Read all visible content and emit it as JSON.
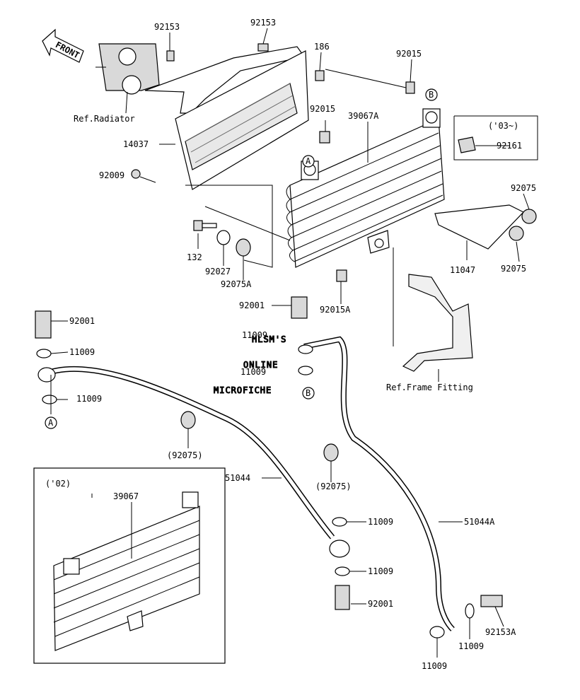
{
  "labels": {
    "front": "FRONT",
    "p92153_a": "92153",
    "p92153_b": "92153",
    "p186": "186",
    "p92015_top": "92015",
    "ref_radiator": "Ref.Radiator",
    "p92015_mid": "92015",
    "p39067A": "39067A",
    "year_03": "('03~)",
    "p92161": "92161",
    "p14037": "14037",
    "p92009": "92009",
    "p92075_r1": "92075",
    "p132": "132",
    "p92027": "92027",
    "p92075A": "92075A",
    "p11047": "11047",
    "p92075_r2": "92075",
    "p92001_c": "92001",
    "p92015A": "92015A",
    "p92001_l": "92001",
    "p11009_l1": "11009",
    "p11009_c1": "11009",
    "p11009_c2": "11009",
    "ref_frame": "Ref.Frame Fitting",
    "p11009_l2": "11009",
    "p92075_paren1": "(92075)",
    "p51044": "51044",
    "p92075_paren2": "(92075)",
    "year_02": "('02)",
    "p39067": "39067",
    "p11009_m1": "11009",
    "p51044A": "51044A",
    "p11009_m2": "11009",
    "p92001_m": "92001",
    "p92153A": "92153A",
    "p11009_r": "11009",
    "p11009_b": "11009",
    "ref_a": "A",
    "ref_b": "B",
    "ref_a2": "A",
    "ref_b2": "B"
  },
  "watermark": {
    "line1": "HLSM'S",
    "line2": "ONLINE",
    "line3": "MICROFICHE"
  }
}
